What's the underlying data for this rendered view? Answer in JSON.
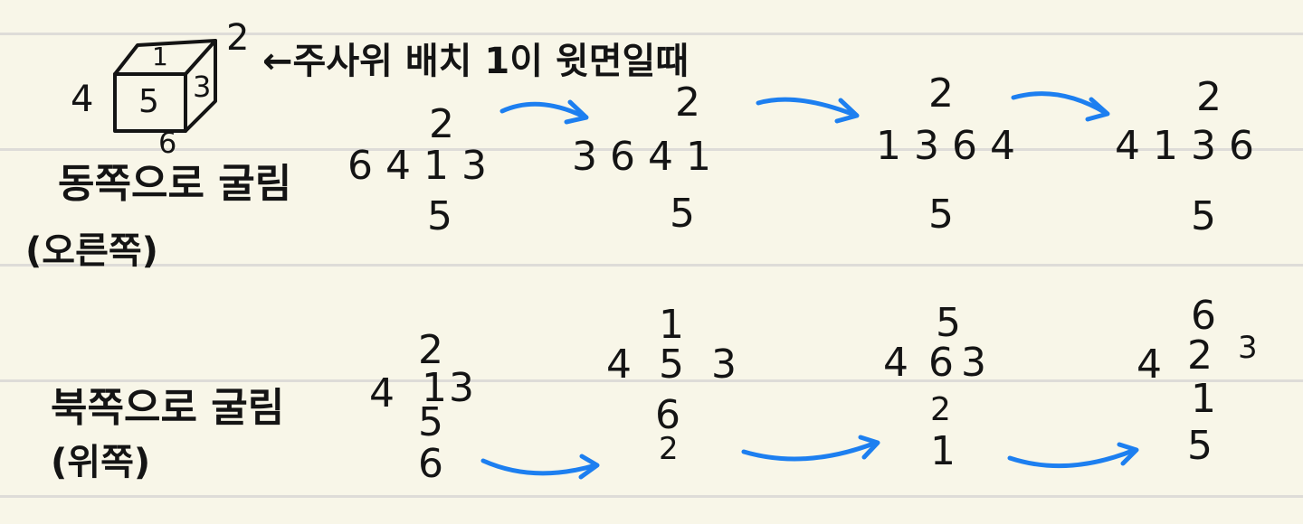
{
  "colors": {
    "paper": "#f8f6e8",
    "rule": "#dedcd8",
    "ink": "#141414",
    "arrow": "#1d7ff0"
  },
  "header": {
    "dice_label": "←주사위 배치 1이 윗면일때",
    "cube": {
      "top": "1",
      "front": "5",
      "right": "3",
      "left": "4",
      "back": "2",
      "bottom": "6"
    }
  },
  "east": {
    "label": "동쪽으로 굴림",
    "sublabel": "(오른쪽)",
    "states": [
      {
        "top": "2",
        "row": "6 4 1 3",
        "bottom": "5"
      },
      {
        "top": "2",
        "row": "3 6 4 1",
        "bottom": "5"
      },
      {
        "top": "2",
        "row": "1 3 6 4",
        "bottom": "5"
      },
      {
        "top": "2",
        "row": "4 1 3 6",
        "bottom": "5"
      }
    ]
  },
  "north": {
    "label": "북쪽으로 굴림",
    "sublabel": "(위쪽)",
    "states": [
      {
        "top": "2",
        "left": "4",
        "center": "1",
        "right": "3",
        "lower1": "5",
        "lower2": "6"
      },
      {
        "top": "1",
        "left": "4",
        "center": "5",
        "right": "3",
        "lower1": "6",
        "lower2": "2"
      },
      {
        "top": "5",
        "left": "4",
        "center": "6",
        "right": "3",
        "lower1": "2",
        "lower2": "1"
      },
      {
        "top": "6",
        "left": "4",
        "center": "2",
        "right": "3",
        "lower1": "1",
        "lower2": "5"
      }
    ]
  }
}
